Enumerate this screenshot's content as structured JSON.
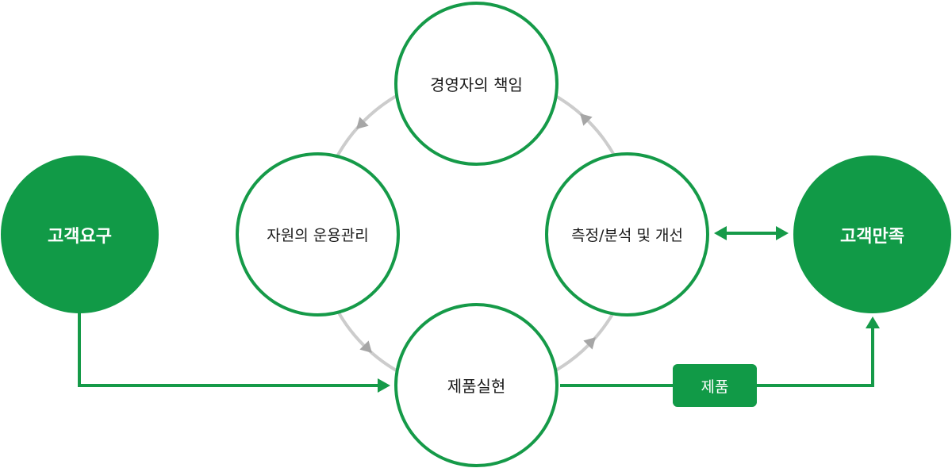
{
  "colors": {
    "green": "#159a48",
    "green_fill": "#119a47",
    "ring_gray": "#cccccc",
    "arrow_gray": "#a6a6a6"
  },
  "nodes": {
    "customer_requirements": "고객요구",
    "management_responsibility": "경영자의 책임",
    "resource_management": "자원의 운용관리",
    "measurement_analysis_improvement": "측정/분석 및 개선",
    "product_realization": "제품실현",
    "customer_satisfaction": "고객만족"
  },
  "product_tag": "제품"
}
